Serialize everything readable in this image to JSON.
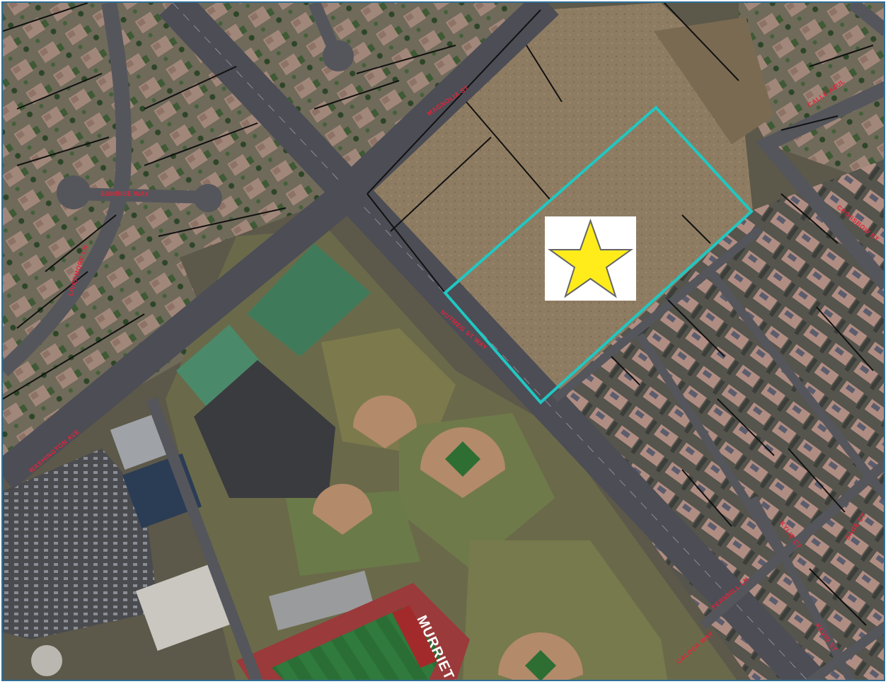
{
  "map": {
    "streets": [
      {
        "id": "magnolia",
        "label": "MAGNOLIA ST"
      },
      {
        "id": "sunrise",
        "label": "SUNRISE WAY"
      },
      {
        "id": "nw-vertical",
        "label": "LIVERMORE LN"
      },
      {
        "id": "main-diagonal",
        "label": "NUTMEG ST WAY"
      },
      {
        "id": "sw-road",
        "label": "WASHINGTON AVE"
      },
      {
        "id": "ne-road",
        "label": "CALLE AZUL"
      },
      {
        "id": "e-road",
        "label": "CROSSBOW ST"
      },
      {
        "id": "south-a",
        "label": "CALDER WAY"
      },
      {
        "id": "south-b",
        "label": "KYLIE CT"
      },
      {
        "id": "south-c",
        "label": "KEVIN ST"
      },
      {
        "id": "se-1",
        "label": "FERNHILL LN"
      },
      {
        "id": "se-2",
        "label": "SAGE CT"
      }
    ],
    "field_lettering": "MURRIETA",
    "subject_marker": {
      "icon": "star-icon",
      "fill": "#ffec1a",
      "stroke": "#666666"
    },
    "boundary_color": "#21c7c2",
    "parcel_line_color": "#111111"
  }
}
